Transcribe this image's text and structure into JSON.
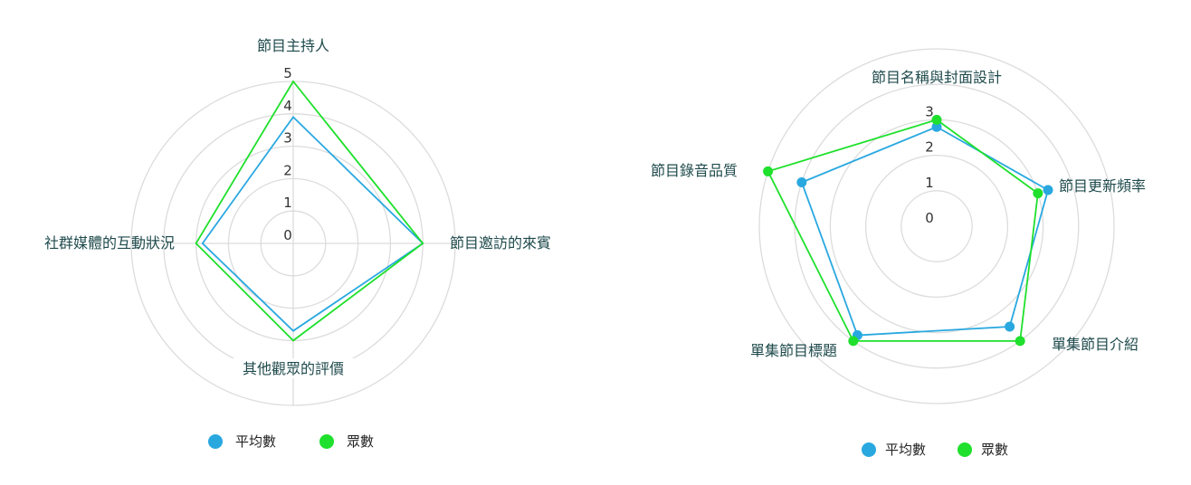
{
  "chart_data": [
    {
      "type": "radar",
      "axes": [
        "節目主持人",
        "節目邀訪的來賓",
        "其他觀眾的評價",
        "社群媒體的互動狀況"
      ],
      "ticks": [
        "0",
        "1",
        "2",
        "3",
        "4",
        "5"
      ],
      "range": [
        0,
        5
      ],
      "show_points": false,
      "series": [
        {
          "name": "平均數",
          "color": "#29a8e0",
          "values": [
            3.9,
            4.0,
            2.7,
            2.8
          ]
        },
        {
          "name": "眾數",
          "color": "#1fe02c",
          "values": [
            5,
            4,
            3,
            3
          ]
        }
      ],
      "legend": "bottom"
    },
    {
      "type": "radar",
      "axes": [
        "節目名稱與封面設計",
        "節目更新頻率",
        "單集節目介紹",
        "單集節目標題",
        "節目錄音品質"
      ],
      "ticks": [
        "0",
        "1",
        "2",
        "3"
      ],
      "range": [
        0,
        5
      ],
      "show_points": true,
      "series": [
        {
          "name": "平均數",
          "color": "#29a8e0",
          "values": [
            2.8,
            3.3,
            3.5,
            3.8,
            4.0
          ]
        },
        {
          "name": "眾數",
          "color": "#1fe02c",
          "values": [
            3,
            3,
            4,
            4,
            5
          ]
        }
      ],
      "legend": "bottom"
    }
  ]
}
